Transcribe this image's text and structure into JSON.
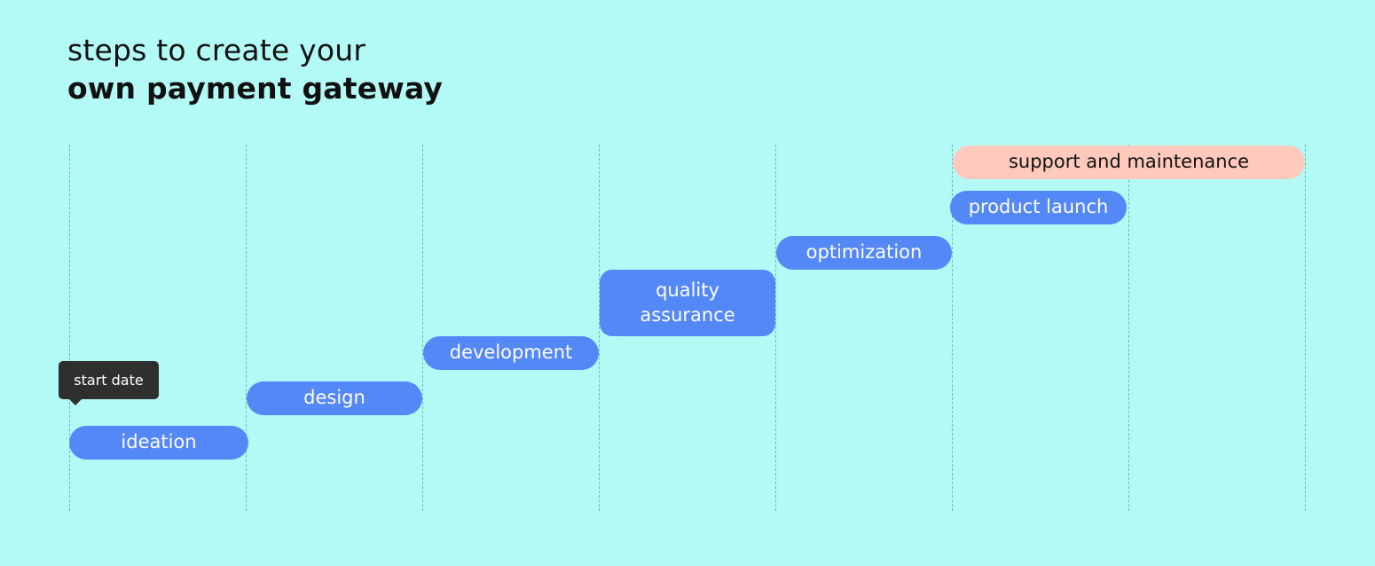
{
  "title": {
    "line1": "steps to create your",
    "line2": "own payment gateway"
  },
  "tooltip": {
    "label": "start date"
  },
  "steps": [
    {
      "label": "ideation"
    },
    {
      "label": "design"
    },
    {
      "label": "development"
    },
    {
      "label": "quality assurance"
    },
    {
      "label": "optimization"
    },
    {
      "label": "product launch"
    },
    {
      "label": "support and maintenance"
    }
  ],
  "colors": {
    "background": "#B3FAF6",
    "step_bar": "#5588F7",
    "final_bar": "#FFC9BC",
    "tooltip": "#2F2F2F",
    "gridline": "#6FB8BD"
  }
}
